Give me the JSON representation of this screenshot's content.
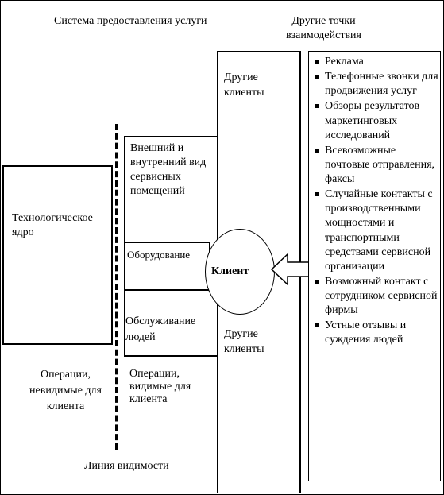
{
  "labels": {
    "service_system": "Система предоставления услуги",
    "other_touchpoints": "Другие точки взаимодействия",
    "technological_core": "Технологическое ядро",
    "ops_invisible": "Операции, невидимые для клиента",
    "ops_visible": "Операции, видимые для клиента",
    "visibility_line": "Линия видимости",
    "exterior_interior": "Внешний и внутренний вид сервисных помещений",
    "equipment": "Оборудование",
    "people_service": "Обслуживание людей",
    "other_clients_top": "Другие клиенты",
    "other_clients_bottom": "Другие клиенты",
    "client": "Клиент"
  },
  "touchpoints": [
    "Реклама",
    "Телефонные звонки для продвижения услуг",
    "Обзоры результатов маркетинговых исследований",
    "Всевозможные почтовые отправления, факсы",
    "Случайные контакты с производственными мощностями и транспортными средствами сервисной организации",
    "Возможный контакт с сотрудником сервисной фирмы",
    "Устные отзывы и суждения людей"
  ]
}
